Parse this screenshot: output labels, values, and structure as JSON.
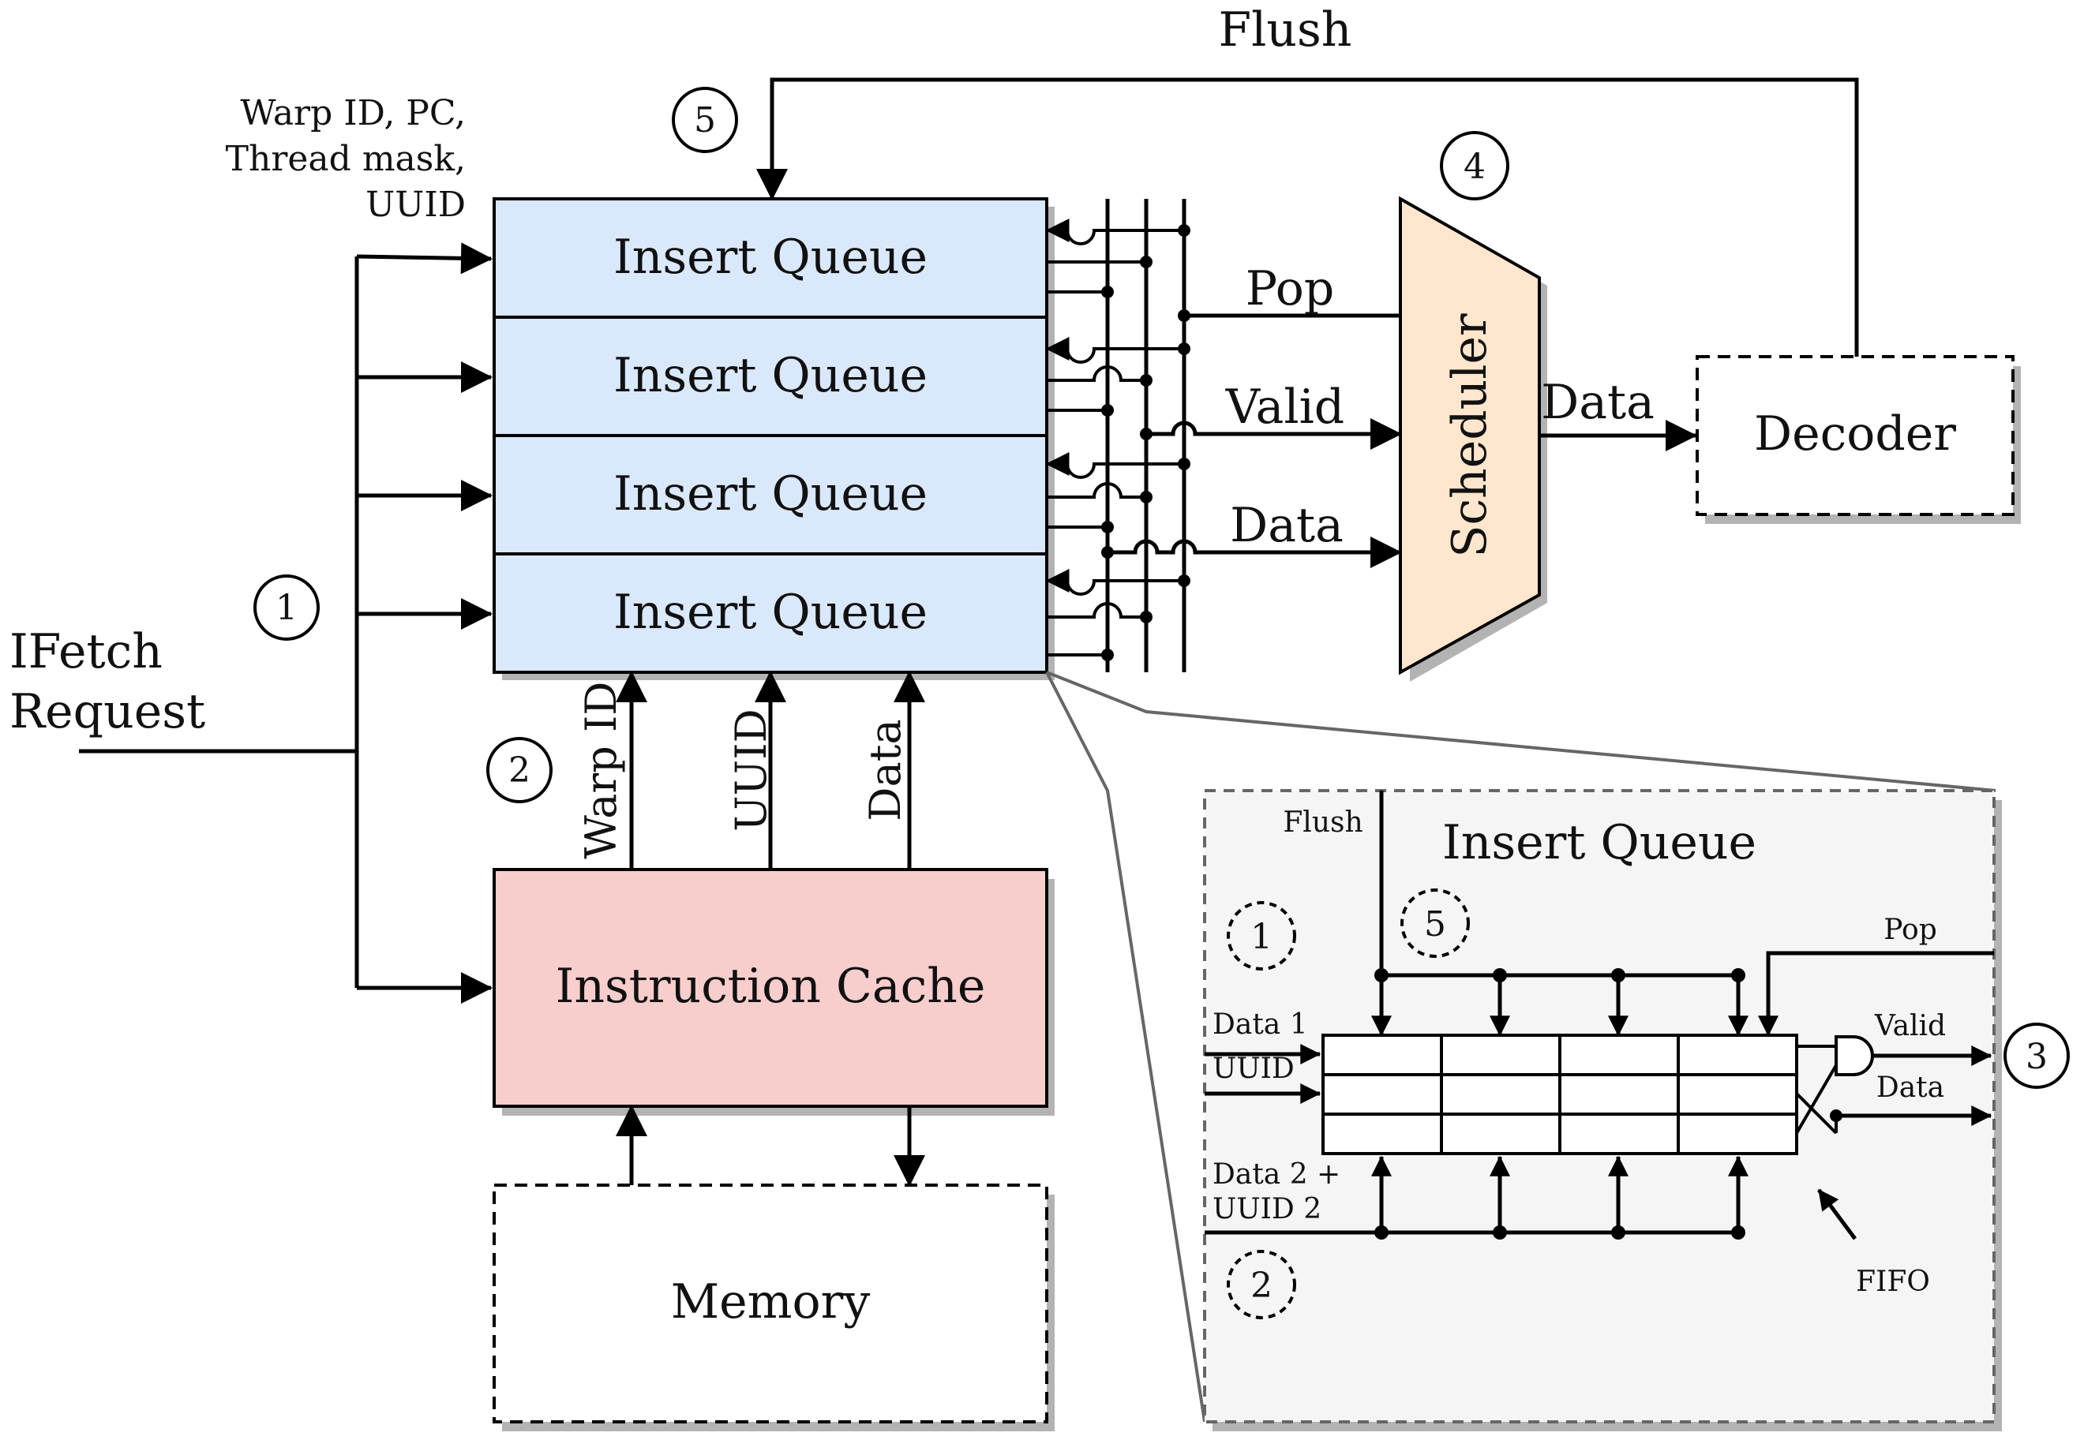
{
  "labels": {
    "flush_top": "Flush",
    "warp_info": [
      "Warp ID, PC,",
      "Thread mask,",
      "UUID"
    ],
    "ifetch": [
      "IFetch",
      "Request"
    ],
    "insert_queue": "Insert Queue",
    "pop": "Pop",
    "valid": "Valid",
    "data": "Data",
    "scheduler": "Scheduler",
    "decoder": "Decoder",
    "sched_data": "Data",
    "warp_id": "Warp ID",
    "uuid": "UUID",
    "data_vert": "Data",
    "instruction_cache": "Instruction Cache",
    "memory": "Memory",
    "circle_1": "1",
    "circle_2": "2",
    "circle_3": "3",
    "circle_4": "4",
    "circle_5": "5"
  },
  "inset": {
    "title": "Insert Queue",
    "flush": "Flush",
    "pop": "Pop",
    "data1": "Data 1",
    "uuid": "UUID",
    "data2": [
      "Data 2 +",
      "UUID 2"
    ],
    "valid": "Valid",
    "data": "Data",
    "fifo": "FIFO",
    "circle_1": "1",
    "circle_2": "2",
    "circle_5": "5"
  },
  "colors": {
    "insert_queue_fill": "#dae8fc",
    "cache_fill": "#f8cecc",
    "scheduler_fill": "#ffe6cc",
    "inset_fill": "#f5f5f5",
    "shadow": "#b3b3b3",
    "inset_border": "#666666"
  }
}
